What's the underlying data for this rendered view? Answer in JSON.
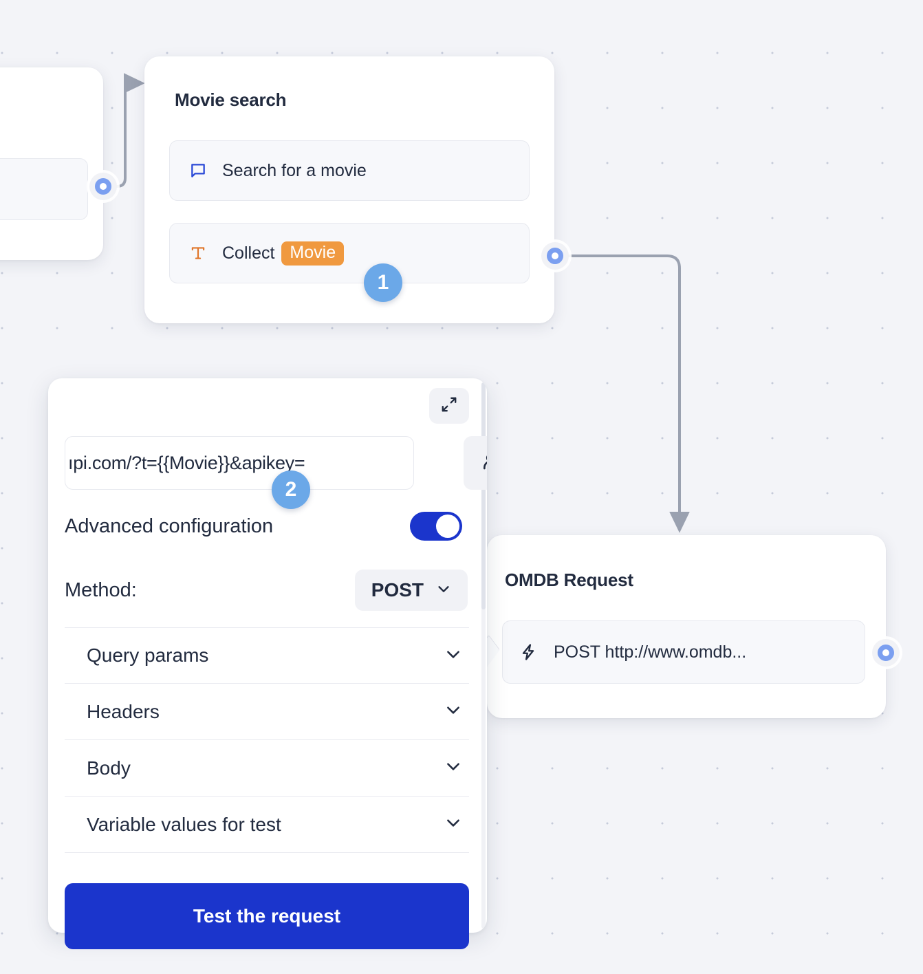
{
  "canvas": {
    "background_color": "#f3f4f8",
    "dot_color": "#c5cbda"
  },
  "nodes": {
    "partial_left": {
      "name": "partial-node"
    },
    "movie_search": {
      "title": "Movie search",
      "rows": [
        {
          "icon": "speech-bubble-icon",
          "label": "Search for a movie"
        },
        {
          "icon": "text-type-icon",
          "label": "Collect",
          "variable": "Movie"
        }
      ]
    },
    "omdb_request": {
      "title": "OMDB Request",
      "rows": [
        {
          "icon": "lightning-bolt-icon",
          "label": "POST http://www.omdb..."
        }
      ]
    }
  },
  "step_badges": [
    {
      "number": "1"
    },
    {
      "number": "2"
    }
  ],
  "config_panel": {
    "expand_icon": "expand-diagonal-icon",
    "person_icon": "person-icon",
    "url_value": "ıpi.com/?t={{Movie}}&apikey=",
    "advanced": {
      "label": "Advanced configuration",
      "toggle_on": true
    },
    "method": {
      "label": "Method:",
      "value": "POST",
      "chevron": "chevron-down-icon"
    },
    "accordion": [
      {
        "label": "Query params",
        "chevron": "chevron-down-icon"
      },
      {
        "label": "Headers",
        "chevron": "chevron-down-icon"
      },
      {
        "label": "Body",
        "chevron": "chevron-down-icon"
      },
      {
        "label": "Variable values for test",
        "chevron": "chevron-down-icon"
      }
    ],
    "test_button": "Test the request"
  },
  "colors": {
    "primary_blue": "#1b35cc",
    "port_blue": "#7b9ff0",
    "badge_blue": "#6ba8e8",
    "variable_orange": "#f0993f",
    "edge_gray": "#9aa1b0",
    "text_dark": "#222b3f"
  }
}
